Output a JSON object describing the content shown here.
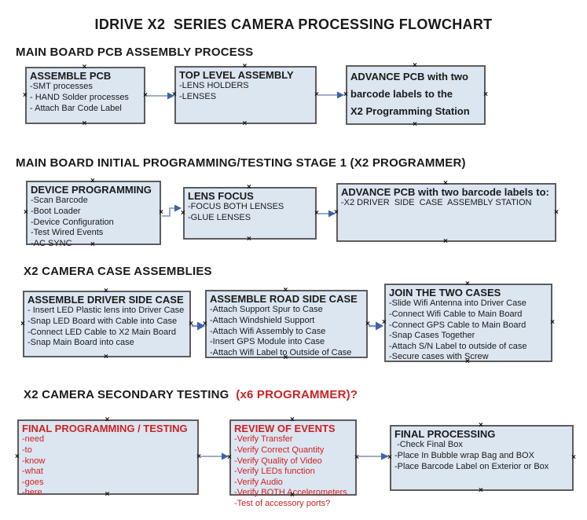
{
  "title": "IDRIVE X2  SERIES CAMERA PROCESSING FLOWCHART",
  "icons": {
    "handle": "×",
    "arrow_head": "right-arrowhead"
  },
  "colors": {
    "box_fill": "#dce6f1",
    "box_border": "#5c5c5c",
    "arrow_line": "#7e93b8",
    "arrow_head": "#3c64a8",
    "red": "#cc2222",
    "text": "#1a1a1a"
  },
  "sections": [
    {
      "heading": "MAIN BOARD PCB ASSEMBLY PROCESS",
      "heading_suffix": "",
      "boxes": [
        {
          "title": "ASSEMBLE PCB",
          "items": [
            "-SMT processes",
            "- HAND Solder processes",
            "- Attach Bar Code Label"
          ]
        },
        {
          "title": "TOP LEVEL ASSEMBLY",
          "items": [
            "-LENS HOLDERS",
            "-LENSES"
          ]
        },
        {
          "title": "ADVANCE PCB with two\nbarcode labels to the\n X2 Programming Station",
          "items": []
        }
      ]
    },
    {
      "heading": "MAIN BOARD INITIAL PROGRAMMING/TESTING STAGE 1 (X2 PROGRAMMER)",
      "heading_suffix": "",
      "boxes": [
        {
          "title": "DEVICE PROGRAMMING",
          "items": [
            "-Scan Barcode",
            "-Boot Loader",
            "-Device Configuration",
            "-Test Wired Events",
            "-AC SYNC"
          ]
        },
        {
          "title": "LENS FOCUS",
          "items": [
            "-FOCUS BOTH LENSES",
            "-GLUE LENSES"
          ]
        },
        {
          "title": "ADVANCE PCB with two barcode labels to:",
          "items": [
            "-X2 DRIVER  SIDE  CASE  ASSEMBLY STATION"
          ]
        }
      ]
    },
    {
      "heading": "X2 CAMERA CASE ASSEMBLIES",
      "heading_suffix": "",
      "boxes": [
        {
          "title": "ASSEMBLE DRIVER SIDE CASE",
          "items": [
            "- Insert LED Plastic lens into Driver Case",
            "-Snap LED Board with Cable into Case",
            "-Connect LED Cable to X2 Main Board",
            "-Snap Main Board into case"
          ]
        },
        {
          "title": "ASSEMBLE ROAD SIDE CASE",
          "items": [
            "-Attach Support Spur to Case",
            "-Attach Windshield Support",
            "-Attach Wifi Assembly to Case",
            "-Insert GPS Module into Case",
            "-Attach Wifi Label to Outside of Case"
          ]
        },
        {
          "title": "JOIN THE TWO CASES",
          "items": [
            "-Slide Wifi Antenna into Driver Case",
            "-Connect Wifi Cable to Main Board",
            "-Connect GPS Cable to Main Board",
            "-Snap Cases Together",
            "-Attach S/N Label to outside of case",
            "-Secure cases with Screw"
          ]
        }
      ]
    },
    {
      "heading": "X2 CAMERA SECONDARY TESTING ",
      "heading_suffix": " (x6 PROGRAMMER)?",
      "boxes": [
        {
          "title": "FINAL PROGRAMMING / TESTING",
          "items": [
            "-need",
            "-to",
            "-know",
            "-what",
            "-goes",
            "-here"
          ]
        },
        {
          "title": "REVIEW OF EVENTS",
          "items": [
            "-Verify Transfer",
            "-Verify Correct Quantity",
            "-Verify Quality of Video",
            "-Verify LEDs function",
            "-Verify Audio",
            "-Verify BOTH Accelerometers",
            "-Test of accessory ports?"
          ]
        },
        {
          "title": "FINAL PROCESSING",
          "items": [
            " -Check Final Box",
            "-Place In Bubble wrap Bag and BOX",
            "-Place Barcode Label on Exterior or Box"
          ]
        }
      ]
    }
  ]
}
